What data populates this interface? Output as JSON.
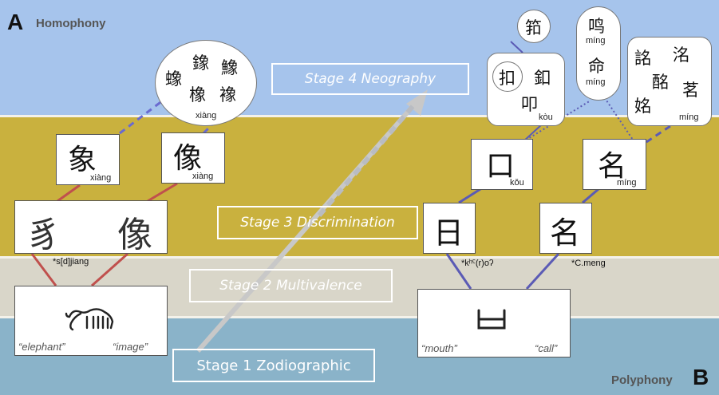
{
  "labels": {
    "corner_a": "A",
    "homophony": "Homophony",
    "corner_b": "B",
    "polyphony": "Polyphony"
  },
  "stages": {
    "stage4": "Stage 4 Neography",
    "stage3": "Stage 3 Discrimination",
    "stage2": "Stage 2 Multivalence",
    "stage1": "Stage 1 Zodiographic"
  },
  "left": {
    "base_gloss_1": "“elephant”",
    "base_gloss_2": "“image”",
    "recon": "*s[d]jiang",
    "seal_1": "豸",
    "seal_2": "像",
    "char_1": "象",
    "char_1_pin": "xiàng",
    "char_2": "像",
    "char_2_pin": "xiàng",
    "neo": [
      "蟓",
      "鐌",
      "鱌",
      "橡",
      "襐"
    ],
    "neo_pin": "xiàng"
  },
  "right": {
    "base_gloss_1": "“mouth”",
    "base_gloss_2": "“call”",
    "recon_1": "*kʰˤ(r)oʔ",
    "recon_2": "*C.meng",
    "early_1": "日",
    "early_2": "名",
    "char_1": "口",
    "char_1_pin": "kǒu",
    "char_2": "名",
    "char_2_pin": "míng",
    "kou_group": [
      "扣",
      "釦",
      "叩"
    ],
    "kou_pin": "kòu",
    "top_circle": "筘",
    "ming_pill": [
      "鸣",
      "míng",
      "命",
      "míng"
    ],
    "ming_group": [
      "詺",
      "洺",
      "酩",
      "茗",
      "姳"
    ],
    "ming_group_pin": "míng"
  },
  "colors": {
    "top_band": "#a6c4ec",
    "gold_band": "#c9b13e",
    "grey_band": "#d9d6c9",
    "teal_band": "#8ab3c9",
    "red_line": "#c0504d",
    "blue_line": "#5b5bb5",
    "arrow": "#c8c8c8"
  }
}
